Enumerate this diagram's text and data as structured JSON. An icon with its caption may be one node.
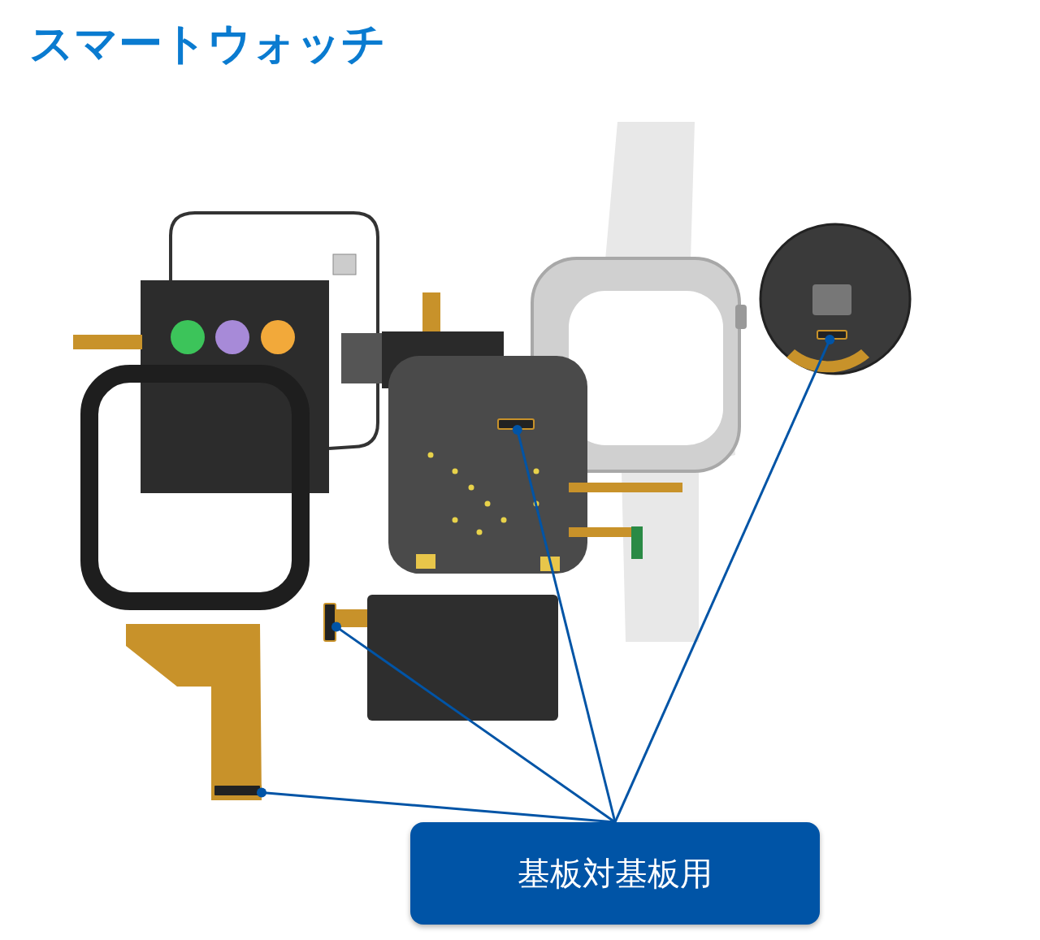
{
  "diagram": {
    "title": "スマートウォッチ",
    "nodes": [
      {
        "text": [
          "基板対基板用"
        ]
      },
      {
        "text": [],
        "shape": "box"
      },
      {
        "text": [],
        "shape": "box"
      },
      {
        "text": [],
        "shape": "box"
      },
      {
        "text": [],
        "shape": "box"
      }
    ],
    "edges": [
      {
        "from": 0,
        "to": 1,
        "arrow": "other"
      },
      {
        "from": 0,
        "to": 2,
        "arrow": "other"
      },
      {
        "from": 0,
        "to": 3,
        "arrow": "other"
      },
      {
        "from": 0,
        "to": 4,
        "arrow": "other"
      }
    ]
  }
}
